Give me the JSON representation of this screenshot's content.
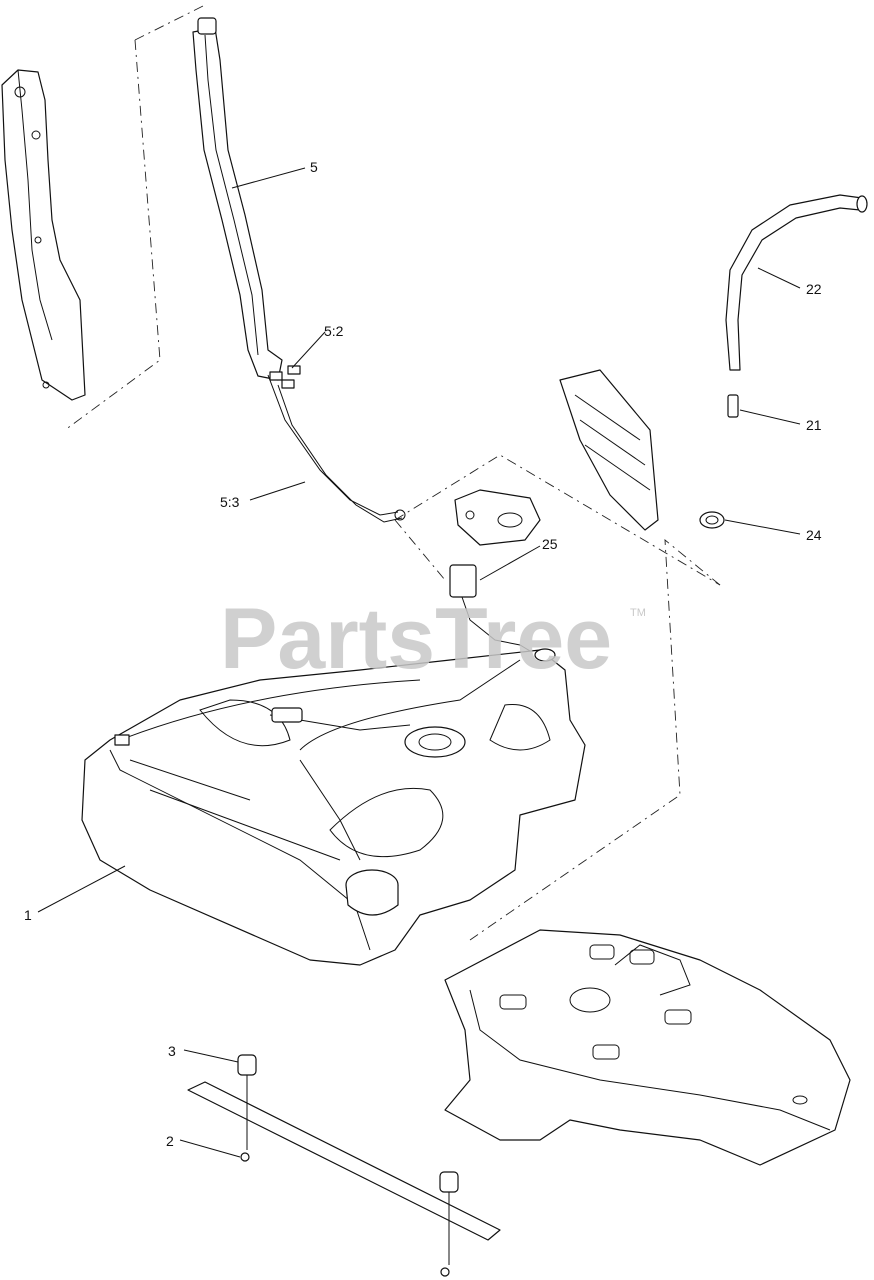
{
  "watermark": {
    "text": "PartsTree",
    "trademark": "TM"
  },
  "callouts": [
    {
      "id": "c-5",
      "label": "5"
    },
    {
      "id": "c-5-2",
      "label": "5:2"
    },
    {
      "id": "c-5-3",
      "label": "5:3"
    },
    {
      "id": "c-22",
      "label": "22"
    },
    {
      "id": "c-21",
      "label": "21"
    },
    {
      "id": "c-24",
      "label": "24"
    },
    {
      "id": "c-25",
      "label": "25"
    },
    {
      "id": "c-1",
      "label": "1"
    },
    {
      "id": "c-3",
      "label": "3"
    },
    {
      "id": "c-2",
      "label": "2"
    }
  ]
}
